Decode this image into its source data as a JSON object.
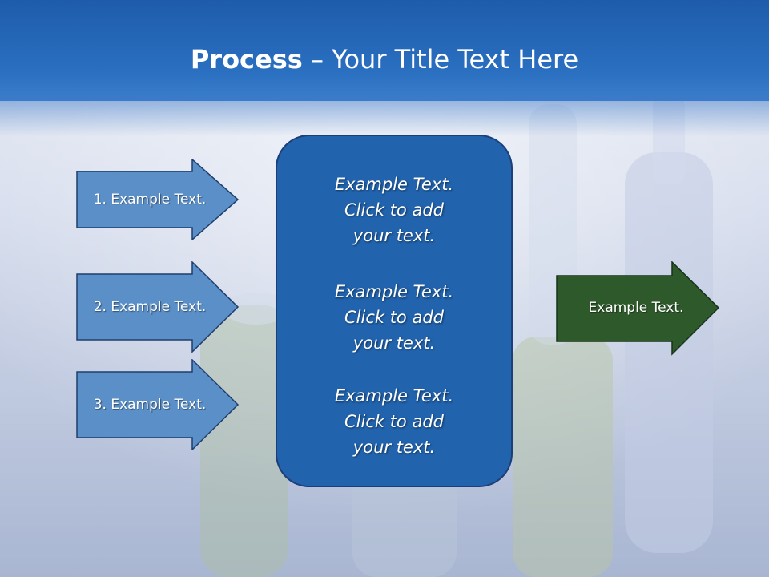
{
  "slide": {
    "title_bold": "Process",
    "title_rest": " – Your Title Text Here"
  },
  "inputs": [
    {
      "label": "1. Example Text."
    },
    {
      "label": "2. Example Text."
    },
    {
      "label": "3. Example Text."
    }
  ],
  "center_box": {
    "blocks": [
      {
        "text": "Example Text.\nClick  to add\nyour text."
      },
      {
        "text": "Example Text.\nClick  to add\nyour text."
      },
      {
        "text": "Example Text.\nClick  to add\nyour text."
      }
    ]
  },
  "output": {
    "label": "Example Text."
  },
  "colors": {
    "header": "#2a6fc0",
    "input_arrow": "#5b8fc7",
    "center_box": "#2163ad",
    "output_arrow": "#2e5a2b"
  }
}
